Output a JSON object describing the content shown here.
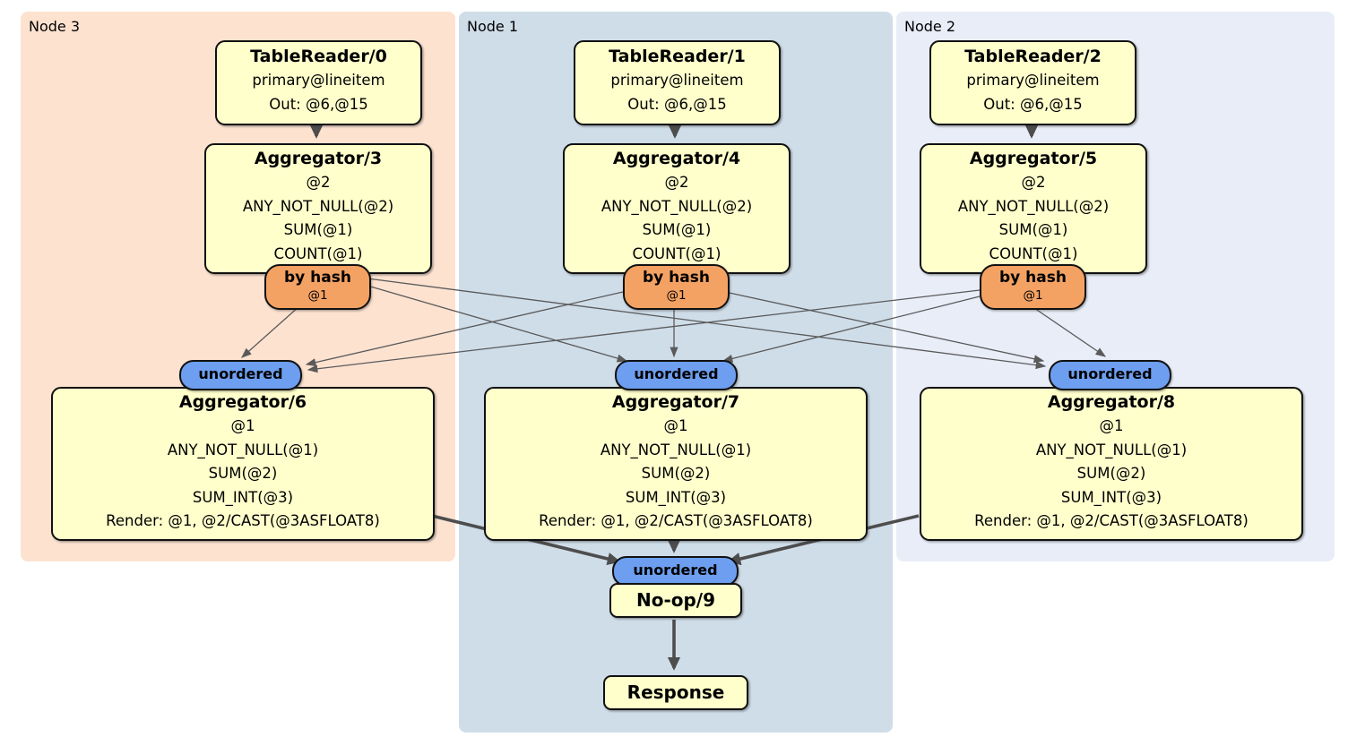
{
  "regions": [
    {
      "label": "Node 3",
      "bg": "#fde2d0"
    },
    {
      "label": "Node 1",
      "bg": "#cfdde9"
    },
    {
      "label": "Node 2",
      "bg": "#e9edf8"
    }
  ],
  "tablereaders": [
    {
      "title": "TableReader/0",
      "lines": [
        "primary@lineitem",
        "Out: @6,@15"
      ]
    },
    {
      "title": "TableReader/1",
      "lines": [
        "primary@lineitem",
        "Out: @6,@15"
      ]
    },
    {
      "title": "TableReader/2",
      "lines": [
        "primary@lineitem",
        "Out: @6,@15"
      ]
    }
  ],
  "aggregators_top": [
    {
      "title": "Aggregator/3",
      "lines": [
        "@2",
        "ANY_NOT_NULL(@2)",
        "SUM(@1)",
        "COUNT(@1)"
      ]
    },
    {
      "title": "Aggregator/4",
      "lines": [
        "@2",
        "ANY_NOT_NULL(@2)",
        "SUM(@1)",
        "COUNT(@1)"
      ]
    },
    {
      "title": "Aggregator/5",
      "lines": [
        "@2",
        "ANY_NOT_NULL(@2)",
        "SUM(@1)",
        "COUNT(@1)"
      ]
    }
  ],
  "routers": [
    {
      "label": "by hash",
      "detail": "@1"
    },
    {
      "label": "by hash",
      "detail": "@1"
    },
    {
      "label": "by hash",
      "detail": "@1"
    }
  ],
  "streams": [
    {
      "label": "unordered"
    },
    {
      "label": "unordered"
    },
    {
      "label": "unordered"
    },
    {
      "label": "unordered"
    }
  ],
  "aggregators_bottom": [
    {
      "title": "Aggregator/6",
      "lines": [
        "@1",
        "ANY_NOT_NULL(@1)",
        "SUM(@2)",
        "SUM_INT(@3)",
        "Render: @1, @2/CAST(@3ASFLOAT8)"
      ]
    },
    {
      "title": "Aggregator/7",
      "lines": [
        "@1",
        "ANY_NOT_NULL(@1)",
        "SUM(@2)",
        "SUM_INT(@3)",
        "Render: @1, @2/CAST(@3ASFLOAT8)"
      ]
    },
    {
      "title": "Aggregator/8",
      "lines": [
        "@1",
        "ANY_NOT_NULL(@1)",
        "SUM(@2)",
        "SUM_INT(@3)",
        "Render: @1, @2/CAST(@3ASFLOAT8)"
      ]
    }
  ],
  "noop": {
    "title": "No-op/9"
  },
  "response": {
    "title": "Response"
  },
  "colors": {
    "node3_bg": "#fde2d0",
    "node1_bg": "#cfdde9",
    "node2_bg": "#e9edf8",
    "processor_fill": "#ffffcc",
    "router_fill": "#f4a263",
    "stream_fill": "#6d9eef",
    "edge": "#4d4d4d"
  }
}
